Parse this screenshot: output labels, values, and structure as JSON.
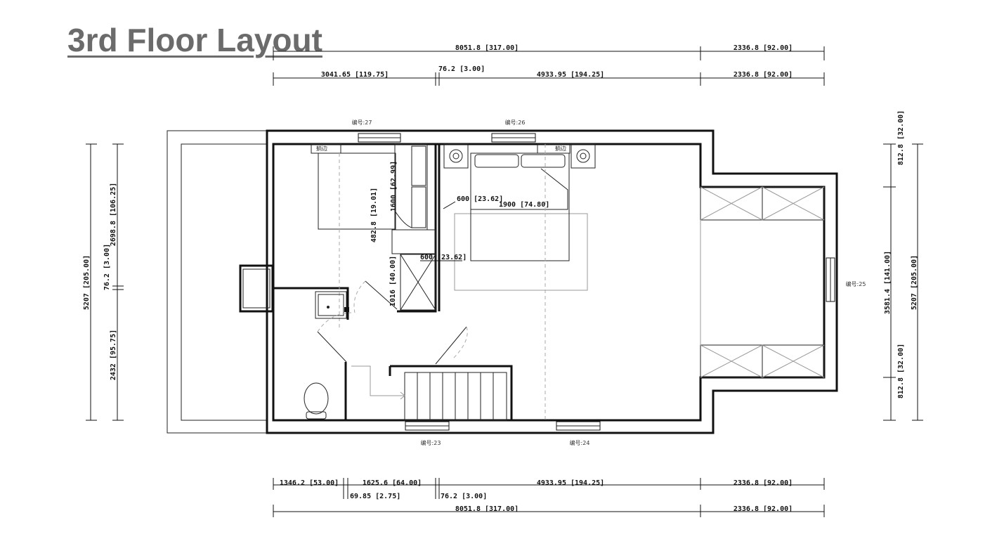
{
  "title": "3rd Floor Layout",
  "dimensions": {
    "top_row1": [
      "8051.8 [317.00]",
      "2336.8 [92.00]"
    ],
    "top_row2": [
      "3041.65 [119.75]",
      "76.2 [3.00]",
      "4933.95 [194.25]",
      "2336.8 [92.00]"
    ],
    "bottom_row1": [
      "1346.2 [53.00]",
      "1625.6 [64.00]",
      "4933.95 [194.25]",
      "2336.8 [92.00]"
    ],
    "bottom_row1_sub": [
      "69.85 [2.75]",
      "76.2 [3.00]"
    ],
    "bottom_row2": [
      "8051.8 [317.00]",
      "2336.8 [92.00]"
    ],
    "left_outer": "5207 [205.00]",
    "left_inner": [
      "2698.8 [106.25]",
      "76.2 [3.00]",
      "2432 [95.75]"
    ],
    "right_inner": [
      "812.8 [32.00]",
      "3581.4 [141.00]",
      "812.8 [32.00]"
    ],
    "right_outer": "5207 [205.00]",
    "interior": [
      "1600 [62.99]",
      "482.8 [19.01]",
      "1016 [40.00]",
      "600 [23.62]",
      "1900 [74.80]",
      "600 [23.62]"
    ]
  },
  "window_labels": [
    "编号:27",
    "编号:26",
    "编号:25",
    "编号:23",
    "编号:24"
  ],
  "furniture_tags": [
    "躺边",
    "躺边"
  ]
}
